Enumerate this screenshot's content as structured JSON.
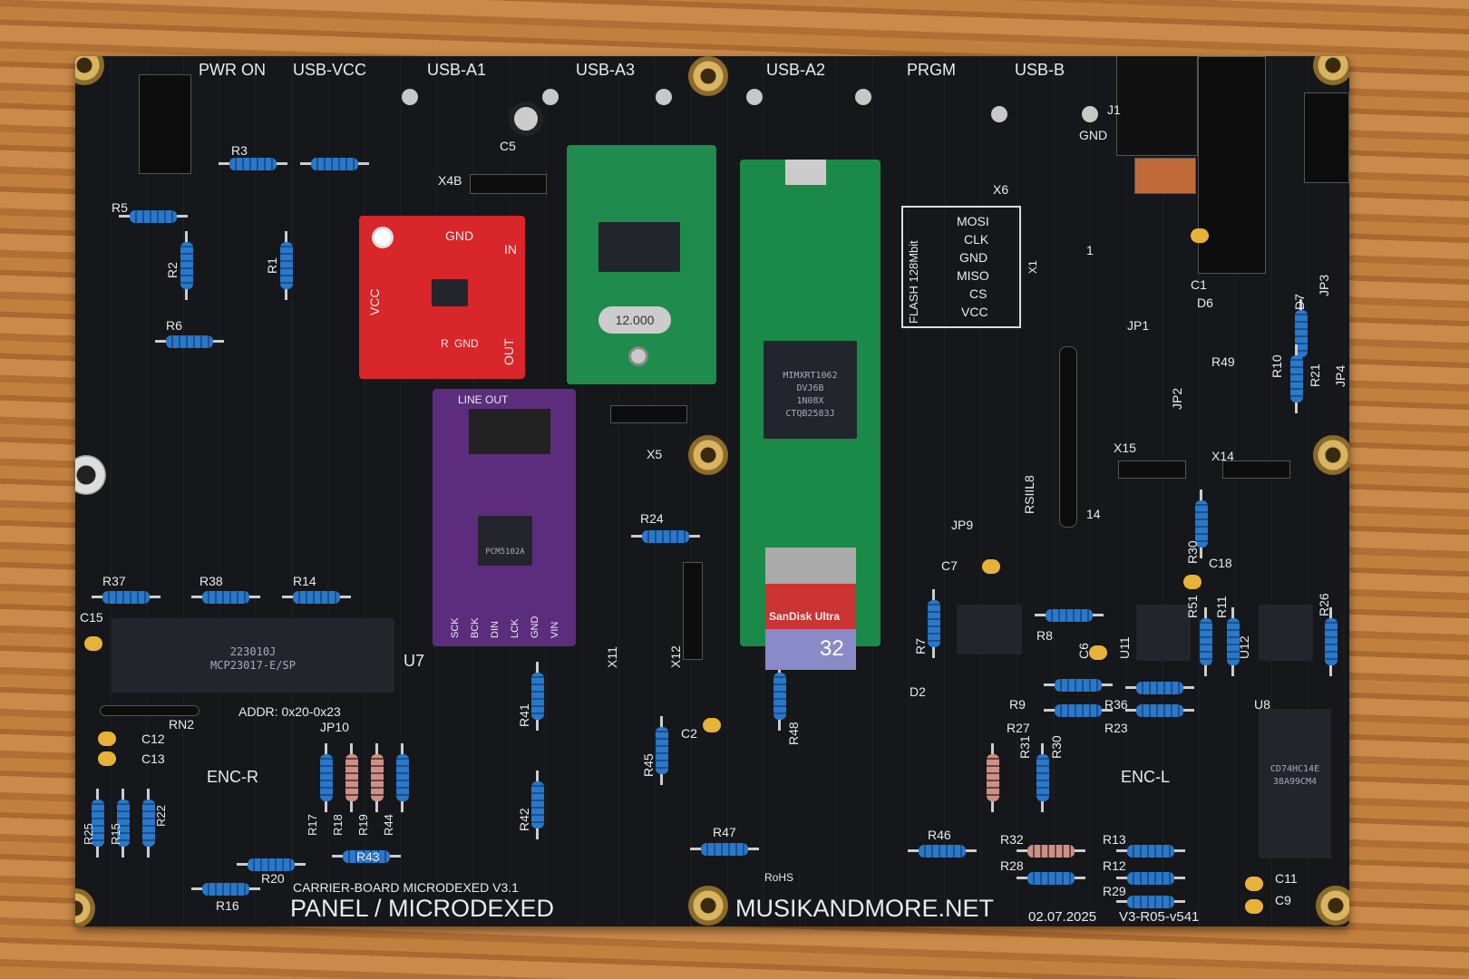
{
  "board": {
    "top_labels": [
      "PWR ON",
      "USB-VCC",
      "USB-A1",
      "USB-A3",
      "USB-A2",
      "PRGM",
      "USB-B",
      "GND",
      "X6",
      "X4B",
      "C5",
      "J1"
    ],
    "flash": {
      "title": "FLASH 128Mbit",
      "pins": [
        "MOSI",
        "CLK",
        "GND",
        "MISO",
        "CS",
        "VCC"
      ],
      "connector": "X1"
    },
    "refs": [
      "R3",
      "R5",
      "R2",
      "R1",
      "R6",
      "R37",
      "R38",
      "R14",
      "C15",
      "U7",
      "RN2",
      "C12",
      "C13",
      "ADDR: 0x20-0x23",
      "JP10",
      "ENC-R",
      "R25",
      "R15",
      "R22",
      "R17",
      "R18",
      "R19",
      "R44",
      "R20",
      "R43",
      "R16",
      "R24",
      "X5",
      "X11",
      "X12",
      "R41",
      "R45",
      "R42",
      "C2",
      "R48",
      "R47",
      "RoHS",
      "JP1",
      "R49",
      "JP2",
      "D6",
      "D7",
      "C1",
      "R10",
      "R21",
      "JP4",
      "JP3",
      "X15",
      "X14",
      "RSIIL8",
      "1",
      "14",
      "JP9",
      "R30",
      "C7",
      "C18",
      "R7",
      "R8",
      "C6",
      "U11",
      "R51",
      "R11",
      "U12",
      "R26",
      "D2",
      "R9",
      "R36",
      "R27",
      "R23",
      "U8",
      "R31",
      "R30",
      "ENC-L",
      "R46",
      "R32",
      "R13",
      "R28",
      "R12",
      "R29",
      "C11",
      "C9"
    ],
    "footer": {
      "subtitle": "CARRIER-BOARD MICRODEXED V3.1",
      "panel": "PANEL / MICRODEXED",
      "site": "MUSIKANDMORE.NET",
      "date": "02.07.2025",
      "version": "V3-R05-v541"
    }
  },
  "modules": {
    "red": {
      "labels": [
        "VCC",
        "GND",
        "IN",
        "OUT",
        "R",
        "GND"
      ]
    },
    "green": {
      "crystal": "12.000"
    },
    "purple": {
      "title": "LINE OUT",
      "chip": "PCM5102A",
      "pins": [
        "SCK",
        "BCK",
        "DIN",
        "LCK",
        "GND",
        "VIN"
      ]
    },
    "teensy": {
      "chip_lines": [
        "MIMXRT1062",
        "DVJ6B",
        "1N08X",
        "CTQB2583J"
      ],
      "sd_brand": "SanDisk Ultra",
      "sd_size": "32"
    },
    "u7": {
      "lines": [
        "MCP23017-E/SP",
        "223010J"
      ]
    },
    "u8": {
      "lines": [
        "CD74HC14E",
        "38A99CM4"
      ]
    }
  }
}
